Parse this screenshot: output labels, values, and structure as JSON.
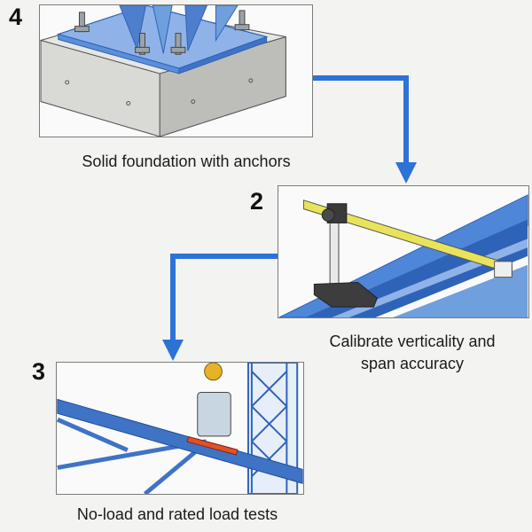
{
  "steps": [
    {
      "number": "4",
      "caption": "Solid foundation with anchors",
      "illustration": "concrete-foundation-anchor-bolts"
    },
    {
      "number": "2",
      "caption_line1": "Calibrate verticality and",
      "caption_line2": "span accuracy",
      "illustration": "measuring-gauge-on-rail"
    },
    {
      "number": "3",
      "caption": "No-load and rated load tests",
      "illustration": "crane-hook-load-test"
    }
  ],
  "colors": {
    "arrow": "#2d72d6",
    "steel": "#6f9fdc",
    "steel_dark": "#2f63b8",
    "concrete": "#cfcfcc",
    "tape": "#e8e35a",
    "pad": "#e0502a",
    "hook": "#e5b22a"
  }
}
